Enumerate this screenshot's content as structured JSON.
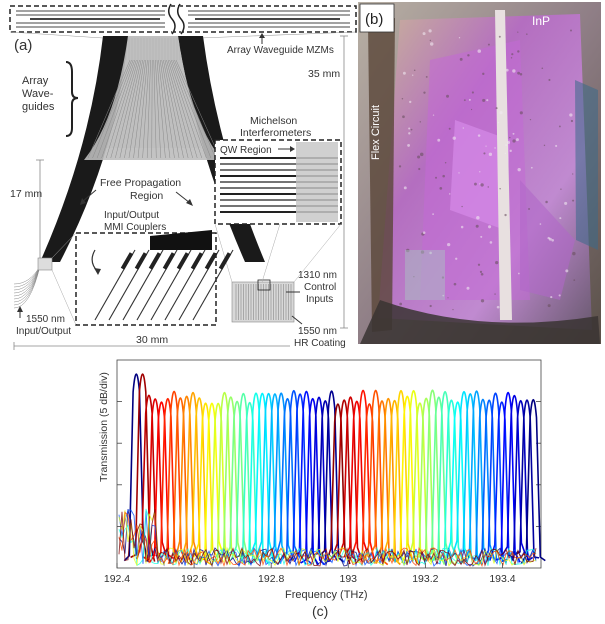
{
  "panel_a": {
    "panel_label": "(a)",
    "mzm_label": "Array Waveguide MZMs",
    "array_label_1": "Array",
    "array_label_2": "Wave-",
    "array_label_3": "guides",
    "dim_35": "35 mm",
    "dim_17": "17 mm",
    "dim_30": "30 mm",
    "fpr_label_1": "Free Propagation",
    "fpr_label_2": "Region",
    "mi_label_1": "Michelson",
    "mi_label_2": "Interferometers",
    "qw_label": "QW Region",
    "mmi_label_1": "Input/Output",
    "mmi_label_2": "MMI Couplers",
    "io_label_1": "1550 nm",
    "io_label_2": "Input/Output",
    "ctrl_label_1": "1310 nm",
    "ctrl_label_2": "Control",
    "ctrl_label_3": "Inputs",
    "hr_label_1": "1550 nm",
    "hr_label_2": "HR Coating"
  },
  "panel_b": {
    "panel_label": "(b)",
    "inp_label": "InP",
    "flex_label": "Flex Circuit"
  },
  "panel_c": {
    "panel_label": "(c)"
  },
  "chart_data": {
    "type": "line",
    "xlabel": "Frequency (THz)",
    "ylabel": "Transmission (5 dB/div)",
    "xlim": [
      192.4,
      193.5
    ],
    "x_ticks": [
      "192.4",
      "192.6",
      "192.8",
      "193",
      "193.2",
      "193.4"
    ],
    "x_tick_values": [
      192.4,
      192.6,
      192.8,
      193.0,
      193.2,
      193.4
    ],
    "y_divisions": 5,
    "channel_count": 64,
    "channel_start_thz": 192.45,
    "channel_end_thz": 193.48,
    "color_map": "jet"
  }
}
